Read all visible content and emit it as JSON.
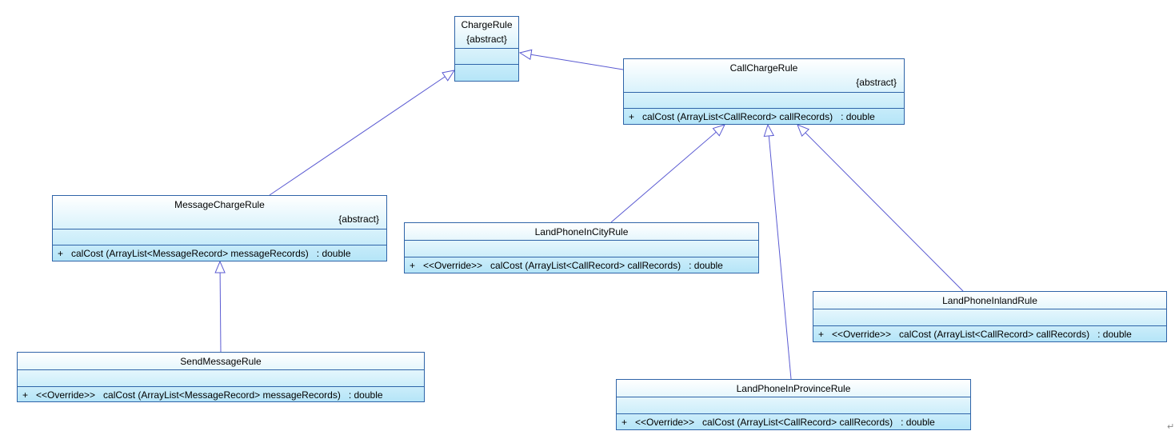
{
  "classes": {
    "charge_rule": {
      "name": "ChargeRule",
      "stereotype": "{abstract}"
    },
    "call_charge_rule": {
      "name": "CallChargeRule",
      "stereotype": "{abstract}",
      "operation": "+   calCost (ArrayList<CallRecord> callRecords)   : double"
    },
    "message_charge_rule": {
      "name": "MessageChargeRule",
      "stereotype": "{abstract}",
      "operation": "+   calCost (ArrayList<MessageRecord> messageRecords)   : double"
    },
    "land_phone_in_city_rule": {
      "name": "LandPhoneInCityRule",
      "operation": "+   <<Override>>   calCost (ArrayList<CallRecord> callRecords)   : double"
    },
    "land_phone_inland_rule": {
      "name": "LandPhoneInlandRule",
      "operation": "+   <<Override>>   calCost (ArrayList<CallRecord> callRecords)   : double"
    },
    "land_phone_in_province_rule": {
      "name": "LandPhoneInProvinceRule",
      "operation": "+   <<Override>>   calCost (ArrayList<CallRecord> callRecords)   : double"
    },
    "send_message_rule": {
      "name": "SendMessageRule",
      "operation": "+   <<Override>>   calCost (ArrayList<MessageRecord> messageRecords)   : double"
    }
  },
  "relationships": [
    {
      "child": "CallChargeRule",
      "parent": "ChargeRule",
      "type": "generalization"
    },
    {
      "child": "MessageChargeRule",
      "parent": "ChargeRule",
      "type": "generalization"
    },
    {
      "child": "LandPhoneInCityRule",
      "parent": "CallChargeRule",
      "type": "generalization"
    },
    {
      "child": "LandPhoneInProvinceRule",
      "parent": "CallChargeRule",
      "type": "generalization"
    },
    {
      "child": "LandPhoneInlandRule",
      "parent": "CallChargeRule",
      "type": "generalization"
    },
    {
      "child": "SendMessageRule",
      "parent": "MessageChargeRule",
      "type": "generalization"
    }
  ],
  "colors": {
    "border": "#2f64a8",
    "line": "#5a5ad2",
    "fill_top": "#ffffff",
    "fill_bottom": "#b5e5f8"
  },
  "icons": {
    "generalization_arrow": "hollow-triangle-arrowhead-icon",
    "corner_mark": "return-glyph-icon"
  },
  "corner_glyph": "↵"
}
